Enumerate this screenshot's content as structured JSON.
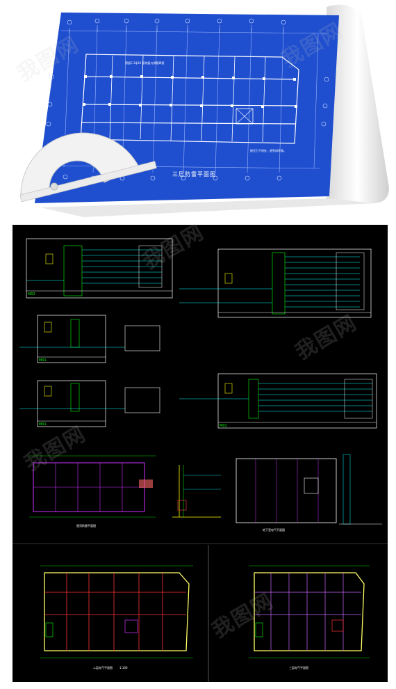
{
  "blueprint": {
    "title": "三层防雷平面图",
    "annotation_1": "预留C-2ф10 接地极与钢筋焊接",
    "annotation_2": "接至引下线处，避免闭环路。"
  },
  "cad_sheets": {
    "panel_ids": [
      "M02",
      "M01",
      "M01",
      "M01"
    ],
    "plan_titles": [
      "屋顶防雷平面图",
      "地下室电气平面图",
      "二层电气平面图",
      "三层电气平面图"
    ],
    "scale": "1:100"
  },
  "watermark": "我图网"
}
